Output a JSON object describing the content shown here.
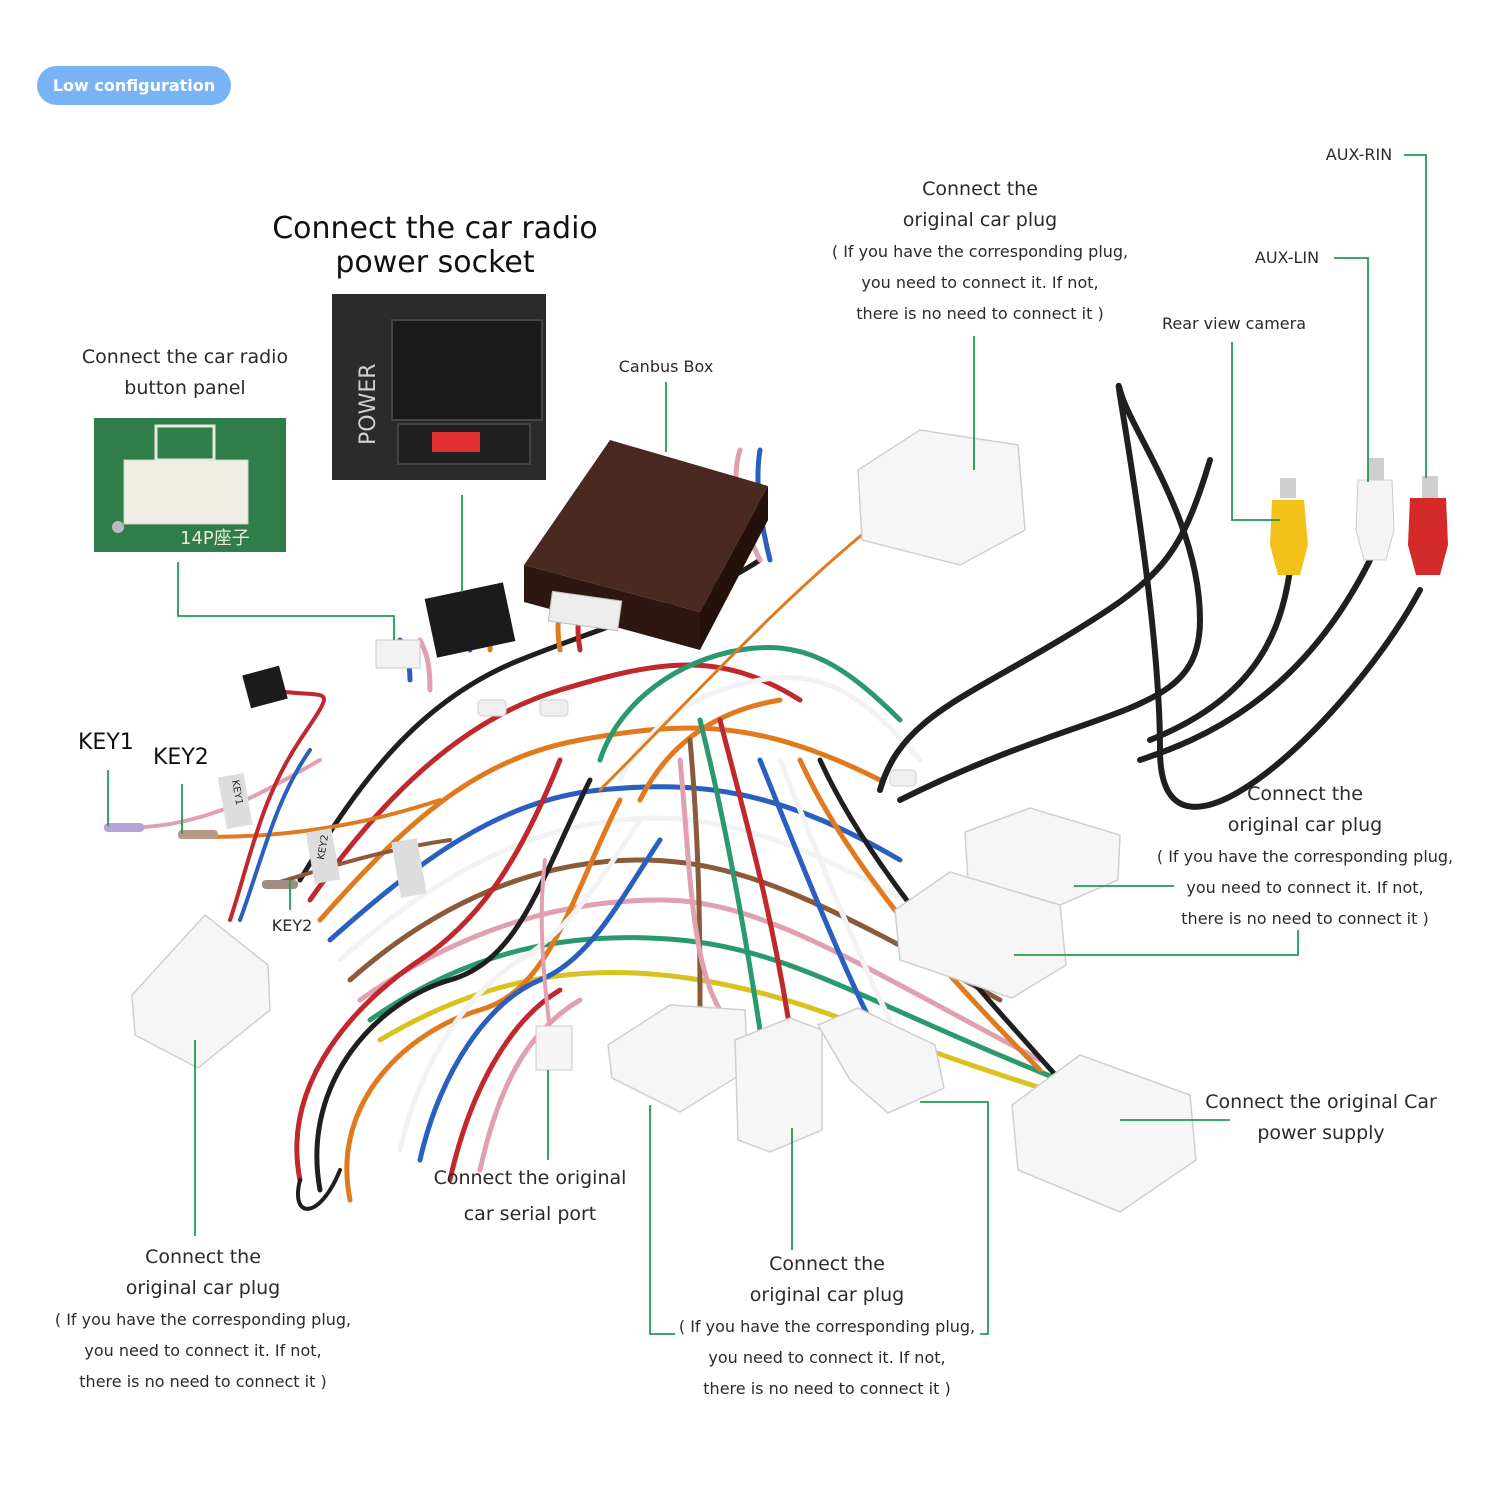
{
  "badge": {
    "label": "Low configuration"
  },
  "title": {
    "line1": "Connect the car radio",
    "line2": "power socket"
  },
  "button_panel": {
    "line1": "Connect the car radio",
    "line2": "button panel",
    "pcb_text": "14P座子"
  },
  "power_label": "POWER",
  "canbus": {
    "label": "Canbus Box"
  },
  "plug_top": {
    "line1": "Connect the",
    "line2": "original car plug",
    "note1": "( If you have the corresponding plug,",
    "note2": "you need to connect it. If not,",
    "note3": "there is no need to connect it )"
  },
  "rear_camera": {
    "label": "Rear view camera"
  },
  "aux_lin": {
    "label": "AUX-LIN"
  },
  "aux_rin": {
    "label": "AUX-RIN"
  },
  "keys": {
    "key1": "KEY1",
    "key2_top": "KEY2",
    "key2_bottom": "KEY2",
    "tag1": "KEY1",
    "tag2": "KEY2"
  },
  "plug_right": {
    "line1": "Connect the",
    "line2": "original car plug",
    "note1": "( If you have the corresponding plug,",
    "note2": "you need to connect it. If not,",
    "note3": "there is no need to connect it )"
  },
  "power_supply": {
    "line1": "Connect the original Car",
    "line2": "power supply"
  },
  "serial_port": {
    "line1": "Connect the original",
    "line2": "car serial port"
  },
  "plug_left": {
    "line1": "Connect the",
    "line2": "original car plug",
    "note1": "( If you have the corresponding plug,",
    "note2": "you need to connect it. If not,",
    "note3": "there is no need to connect it )"
  },
  "plug_bottom": {
    "line1": "Connect the",
    "line2": "original car plug",
    "note1": "( If you have the corresponding plug,",
    "note2": "you need to connect it. If not,",
    "note3": "there is no need to connect it )"
  },
  "colors": {
    "leader": "#1e9e4a",
    "badge": "#79b3f4",
    "canbus_box": "#3d1f17",
    "pcb": "#2f7d4a"
  }
}
